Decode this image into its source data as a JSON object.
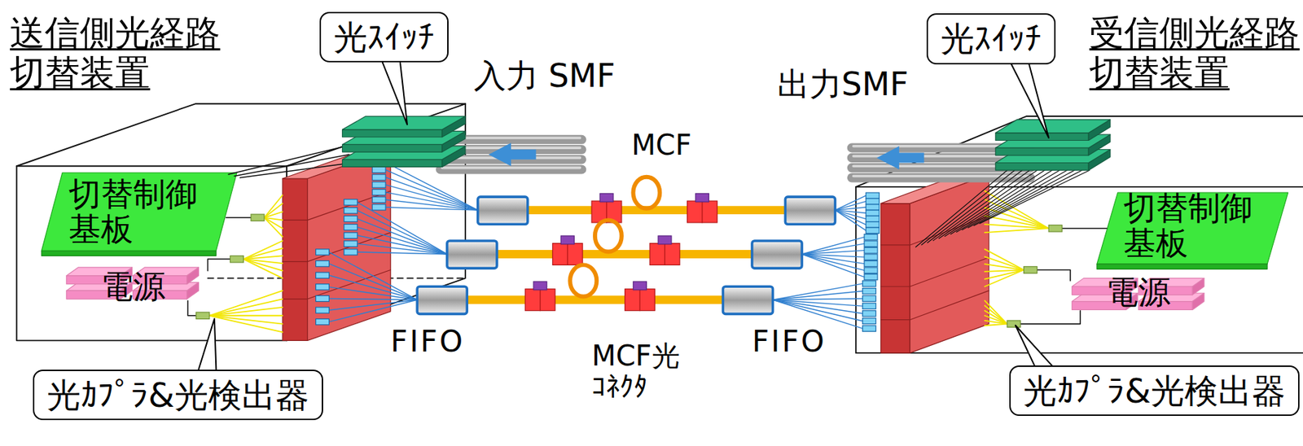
{
  "diagram": {
    "nodes": [
      {
        "text": [
          "送信側光経路 切替装置"
        ]
      },
      {
        "text": [
          "切替制御 基板"
        ],
        "in": 0
      },
      {
        "text": [
          "電源"
        ],
        "in": 0
      },
      {
        "text": [
          "光ｽｲｯﾁ"
        ]
      },
      {
        "text": [
          "光ｶﾌﾟﾗ&光検出器"
        ]
      },
      {
        "text": [
          "受信側光経路 切替装置"
        ]
      },
      {
        "text": [
          "切替制御 基板"
        ],
        "in": 5
      },
      {
        "text": [
          "電源"
        ],
        "in": 5
      },
      {
        "text": [
          "光ｽｲｯﾁ"
        ]
      },
      {
        "text": [
          "光ｶﾌﾟﾗ&光検出器"
        ]
      }
    ],
    "labels": [
      "入力 SMF",
      "出力SMF",
      "MCF",
      "FIFO",
      "MCF光 ｺﾈｸﾀ",
      "FIFO"
    ]
  }
}
